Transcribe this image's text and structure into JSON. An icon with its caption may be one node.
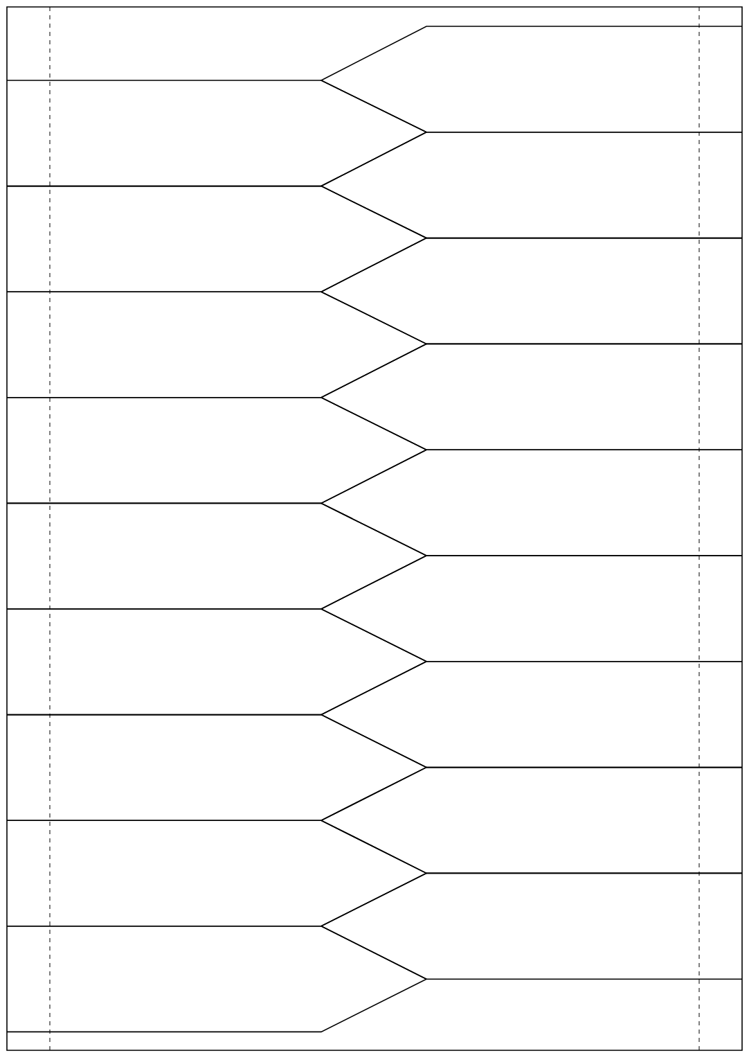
{
  "diagram": {
    "nodes": [
      {
        "text": [],
        "shape": "pentagon"
      },
      {
        "text": [],
        "shape": "pentagon"
      },
      {
        "text": [],
        "shape": "pentagon"
      },
      {
        "text": [],
        "shape": "pentagon"
      },
      {
        "text": [],
        "shape": "pentagon"
      },
      {
        "text": [],
        "shape": "pentagon"
      },
      {
        "text": [],
        "shape": "pentagon"
      },
      {
        "text": [],
        "shape": "pentagon"
      },
      {
        "text": [],
        "shape": "pentagon"
      },
      {
        "text": [],
        "shape": "pentagon"
      },
      {
        "text": [],
        "shape": "pentagon"
      },
      {
        "text": [],
        "shape": "pentagon"
      },
      {
        "text": [],
        "shape": "pentagon"
      },
      {
        "text": [],
        "shape": "pentagon"
      },
      {
        "text": [],
        "shape": "pentagon"
      },
      {
        "text": [],
        "shape": "pentagon"
      },
      {
        "text": [],
        "shape": "pentagon"
      },
      {
        "text": [],
        "shape": "pentagon"
      }
    ]
  }
}
